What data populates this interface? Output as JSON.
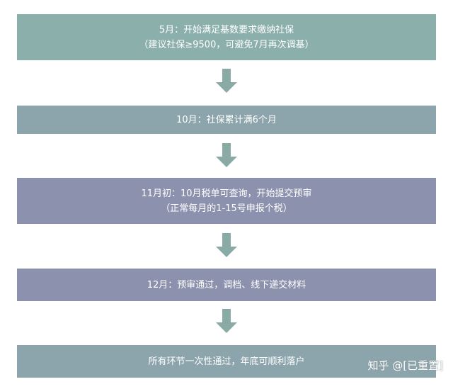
{
  "steps": [
    {
      "lines": [
        "5月：开始满足基数要求缴纳社保",
        "（建议社保≥9500，可避免7月再次调基）"
      ],
      "color": "#8bafab"
    },
    {
      "lines": [
        "10月：社保累计满6个月"
      ],
      "color": "#8ca4ab"
    },
    {
      "lines": [
        "11月初：10月税单可查询，开始提交预审",
        "（正常每月的1-15号申报个税）"
      ],
      "color": "#8c91ad"
    },
    {
      "lines": [
        "12月：预审通过，调档、线下递交材料"
      ],
      "color": "#8c91ad"
    },
    {
      "lines": [
        "所有环节一次性通过，年底可顺利落户"
      ],
      "color": "#8ca4ab"
    }
  ],
  "arrow_color": "#8aaba5",
  "watermark": "知乎 @[已重置]"
}
